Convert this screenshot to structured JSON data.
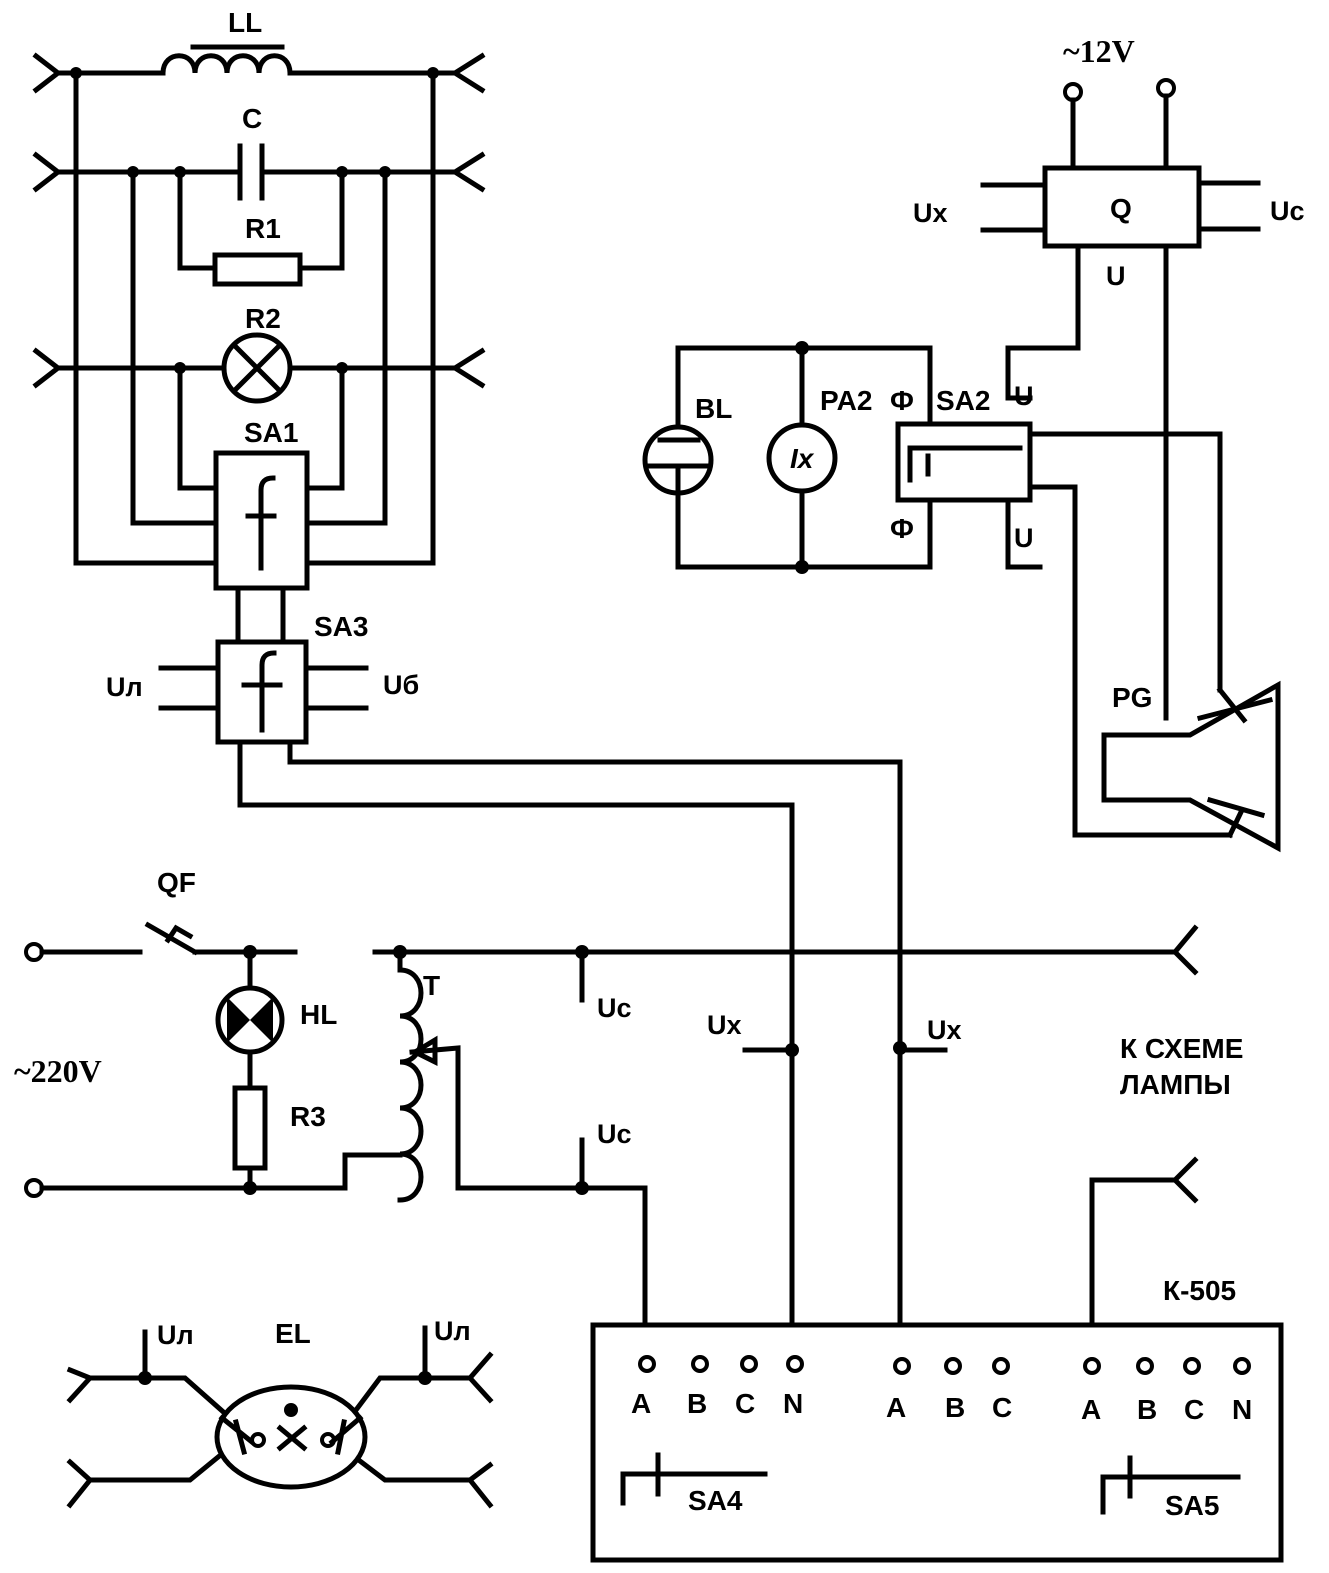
{
  "labels": {
    "ll": "LL",
    "c": "C",
    "r1": "R1",
    "r2": "R2",
    "sa1": "SA1",
    "sa3": "SA3",
    "u_l_sa3": "Uл",
    "u_b_sa3": "Uб",
    "v12": "~12V",
    "ux_q": "Ux",
    "q": "Q",
    "uc_q": "Uc",
    "u_q": "U",
    "bl": "BL",
    "pa2": "PA2",
    "phi_top": "Ф",
    "sa2": "SA2",
    "u_sa2_top": "U",
    "ix": "Ix",
    "phi_bottom": "Ф",
    "u_sa2_bottom": "U",
    "pg": "PG",
    "qf": "QF",
    "hl": "HL",
    "t": "T",
    "uc_top": "Uc",
    "ux_left": "Ux",
    "ux_right": "Ux",
    "v220": "~220V",
    "r3": "R3",
    "uc_bottom": "Uc",
    "k_scheme_1": "К СХЕМЕ",
    "k_scheme_2": "ЛАМПЫ",
    "k505": "К-505",
    "u_l_el_left": "Uл",
    "el": "EL",
    "u_l_el_right": "Uл",
    "sa4": "SA4",
    "sa5": "SA5"
  },
  "k505_terminals": {
    "group1": [
      "A",
      "B",
      "C",
      "N"
    ],
    "group2": [
      "A",
      "B",
      "C"
    ],
    "group3": [
      "A",
      "B",
      "C",
      "N"
    ]
  }
}
